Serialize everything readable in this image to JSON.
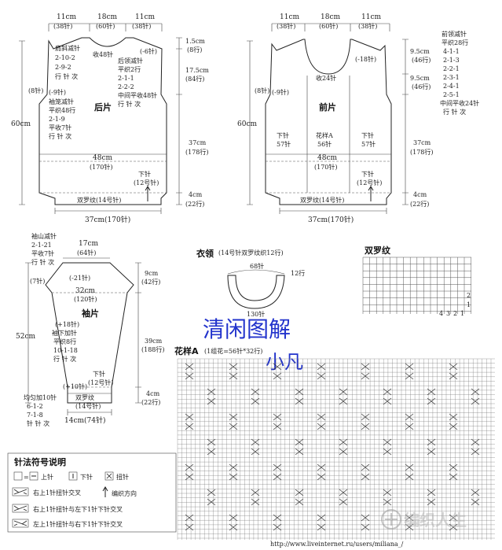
{
  "back": {
    "top_widths": [
      "11cm",
      "18cm",
      "11cm"
    ],
    "top_rows": [
      "(38针)",
      "(60针)",
      "(38针)"
    ],
    "shoulder": "肩斜减针",
    "shoulder_steps": [
      "2-10-2",
      "2-9-2",
      "行 针 次"
    ],
    "neck_cast": "收48针",
    "neck_a": "(-6针)",
    "neck_steps": [
      "后领减针",
      "平织2行",
      "2-1-1",
      "2-2-2",
      "中间平收48针",
      "行 针 次"
    ],
    "armhole_a": "(-9针)",
    "armhole_steps": [
      "袖笼减针",
      "平织48行",
      "2-1-9",
      "平收7针",
      "行 针 次"
    ],
    "armhole_l": "(8针)",
    "title": "后片",
    "width": "48cm",
    "width_st": "(170针)",
    "down": "下针",
    "down_st": "(12号针)",
    "rib": "双罗纹(14号针)",
    "bottom": "37cm(170针)",
    "h_total": "60cm",
    "r1": "1.5cm",
    "r1b": "(8行)",
    "r2": "17.5cm",
    "r2b": "(84行)",
    "r3": "37cm",
    "r3b": "(178行)",
    "r4": "4cm",
    "r4b": "(22行)"
  },
  "front": {
    "top_widths": [
      "11cm",
      "18cm",
      "11cm"
    ],
    "top_rows": [
      "(38针)",
      "(60针)",
      "(38针)"
    ],
    "neck_a": "(-18针)",
    "neck_cast": "收24针",
    "armhole_a": "(-9针)",
    "armhole_l": "(8针)",
    "title": "前片",
    "col_l": [
      "下针",
      "57针"
    ],
    "col_m": [
      "花样A",
      "56针"
    ],
    "col_r": [
      "下针",
      "57针"
    ],
    "width": "48cm",
    "width_st": "(170针)",
    "down": "下针",
    "down_st": "(12号针)",
    "rib": "双罗纹(14号针)",
    "bottom": "37cm(170针)",
    "h_total": "60cm",
    "r1": "9.5cm",
    "r1b": "(46行)",
    "r2": "9.5cm",
    "r2b": "(46行)",
    "r3": "37cm",
    "r3b": "(178行)",
    "r4": "4cm",
    "r4b": "(22行)",
    "neck_steps": [
      "前领减针",
      "平织28行",
      "4-1-1",
      "2-1-3",
      "2-2-1",
      "2-3-1",
      "2-4-1",
      "2-5-1",
      "中间平收24针",
      "行 针 次"
    ]
  },
  "sleeve": {
    "cap": [
      "袖山减针",
      "2-1-21",
      "平收7针",
      "行 针 次"
    ],
    "top_w": "17cm",
    "top_st": "(64针)",
    "side_a": "(7针)",
    "cap_a": "(-21针)",
    "mid_w": "32cm",
    "mid_st": "(120针)",
    "title": "袖片",
    "inc": [
      "(+18针)",
      "袖下加针",
      "平织8行",
      "10-1-18",
      "行 针 次"
    ],
    "down": "下针",
    "down_st": "(12号针)",
    "plus10": "(+10针)",
    "rib": "双罗纹",
    "rib_st": "(14号针)",
    "even": "均匀加10针",
    "low": [
      "6-1-2",
      "7-1-8",
      "针 针 次"
    ],
    "bottom": "14cm(74针)",
    "h_total": "52cm",
    "r1": "9cm",
    "r1b": "(42行)",
    "r2": "39cm",
    "r2b": "(188行)",
    "r3": "4cm",
    "r3b": "(22行)"
  },
  "collar": {
    "title": "衣领",
    "note": "(14号针双罗纹织12行)",
    "top": "68针",
    "rows": "12行",
    "bottom": "130针"
  },
  "rib_chart": {
    "title": "双罗纹",
    "numbers": [
      "4",
      "3",
      "2",
      "1"
    ],
    "side": [
      "1",
      "2"
    ]
  },
  "overlay": {
    "title": "清闲图解",
    "name": "小凡"
  },
  "pattern_a": {
    "title": "花样A",
    "note": "(1组花=56针*32行)"
  },
  "legend": {
    "title": "针法符号说明",
    "items": [
      "上针",
      "下针",
      "扭针"
    ],
    "direction": "编织方向",
    "cross1": "右上1针扭针交叉",
    "cross2": "右上1针扭针与左下1针下针交叉",
    "cross3": "左上1针扭针与右下1针下针交叉"
  },
  "footer": {
    "url": "http://www.liveinternet.ru/users/miliana_/",
    "watermark": "编织人生"
  }
}
